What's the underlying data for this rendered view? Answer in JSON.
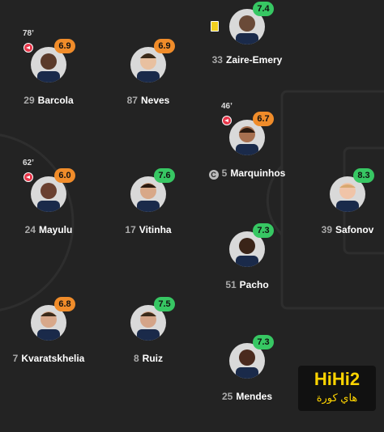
{
  "players": [
    {
      "id": "barcola",
      "number": "29",
      "name": "Barcola",
      "rating": "6.9",
      "rating_color": "orange",
      "sub_time": "78’",
      "sub": true,
      "card": false,
      "captain": false,
      "skin": "#5a3a2a"
    },
    {
      "id": "neves",
      "number": "87",
      "name": "Neves",
      "rating": "6.9",
      "rating_color": "orange",
      "sub_time": "",
      "sub": false,
      "card": false,
      "captain": false,
      "skin": "#e8c0a0"
    },
    {
      "id": "zaire-emery",
      "number": "33",
      "name": "Zaire-Emery",
      "rating": "7.4",
      "rating_color": "green",
      "sub_time": "",
      "sub": false,
      "card": true,
      "captain": false,
      "skin": "#6a4a38"
    },
    {
      "id": "marquinhos",
      "number": "5",
      "name": "Marquinhos",
      "rating": "6.7",
      "rating_color": "orange",
      "sub_time": "46’",
      "sub": true,
      "card": false,
      "captain": true,
      "skin": "#a77050"
    },
    {
      "id": "mayulu",
      "number": "24",
      "name": "Mayulu",
      "rating": "6.0",
      "rating_color": "orange",
      "sub_time": "62’",
      "sub": true,
      "card": false,
      "captain": false,
      "skin": "#6a4030"
    },
    {
      "id": "vitinha",
      "number": "17",
      "name": "Vitinha",
      "rating": "7.6",
      "rating_color": "green",
      "sub_time": "",
      "sub": false,
      "card": false,
      "captain": false,
      "skin": "#d8a888"
    },
    {
      "id": "safonov",
      "number": "39",
      "name": "Safonov",
      "rating": "8.3",
      "rating_color": "green",
      "sub_time": "",
      "sub": false,
      "card": false,
      "captain": false,
      "skin": "#f0c4a8"
    },
    {
      "id": "pacho",
      "number": "51",
      "name": "Pacho",
      "rating": "7.3",
      "rating_color": "green",
      "sub_time": "",
      "sub": false,
      "card": false,
      "captain": false,
      "skin": "#3a2418"
    },
    {
      "id": "kvaratskhelia",
      "number": "7",
      "name": "Kvaratskhelia",
      "rating": "6.8",
      "rating_color": "orange",
      "sub_time": "",
      "sub": false,
      "card": false,
      "captain": false,
      "skin": "#d8a88a"
    },
    {
      "id": "ruiz",
      "number": "8",
      "name": "Ruiz",
      "rating": "7.5",
      "rating_color": "green",
      "sub_time": "",
      "sub": false,
      "card": false,
      "captain": false,
      "skin": "#d4a488"
    },
    {
      "id": "mendes",
      "number": "25",
      "name": "Mendes",
      "rating": "7.3",
      "rating_color": "green",
      "sub_time": "",
      "sub": false,
      "card": false,
      "captain": false,
      "skin": "#4a2a1e"
    }
  ],
  "captain_badge": "C",
  "colors": {
    "green": "#37c763",
    "orange": "#f08c2a",
    "background": "#232323",
    "pitch_lines": "#2e2e2e"
  },
  "watermark": {
    "line1": "HiHi2",
    "line2": "هاي كورة"
  }
}
